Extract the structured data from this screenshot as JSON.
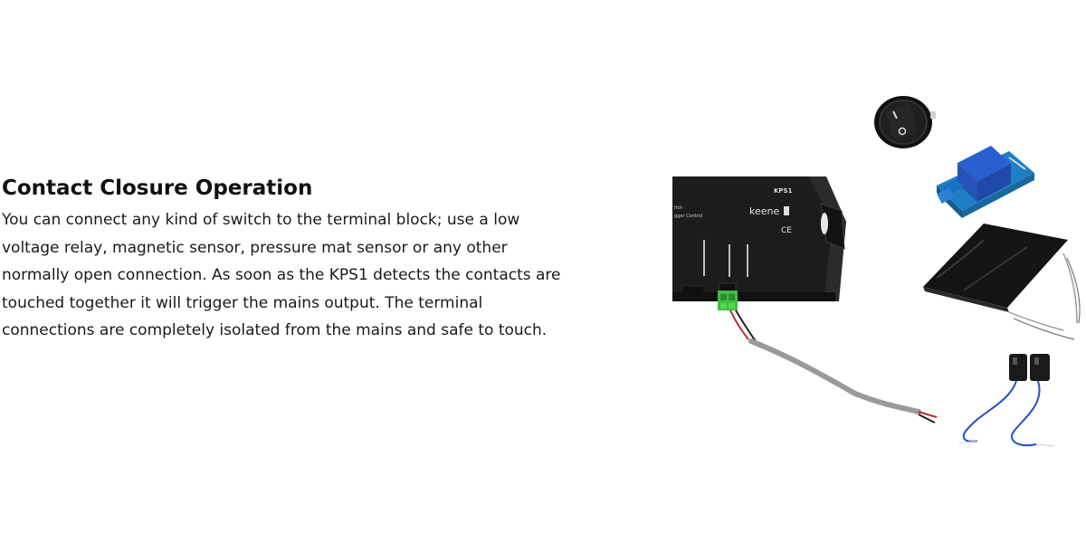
{
  "section": {
    "heading": "Contact Closure Operation",
    "body_lines": [
      "You can connect any kind of switch to the terminal block; use a low",
      "voltage relay, magnetic sensor, pressure mat sensor or any other",
      "normally open connection. As soon as the KPS1 detects the contacts are",
      "touched together it will trigger the mains output. The terminal",
      "connections are completely isolated from the mains and safe to touch."
    ]
  },
  "product_image": {
    "device_model_label": "KPS1",
    "device_brand_label": "keene",
    "device_ce_mark": "CE",
    "device_side_text_1": "itch",
    "device_side_text_2": "gger Control",
    "colors": {
      "device_body": "#1c1c1c",
      "terminal_block": "#3fbf3f",
      "relay_board": "#1e7fc4",
      "relay_cube": "#2a5fd0",
      "cable_grey": "#9a9a9a",
      "wire_red": "#c0282a",
      "wire_blue": "#2450c8"
    }
  }
}
